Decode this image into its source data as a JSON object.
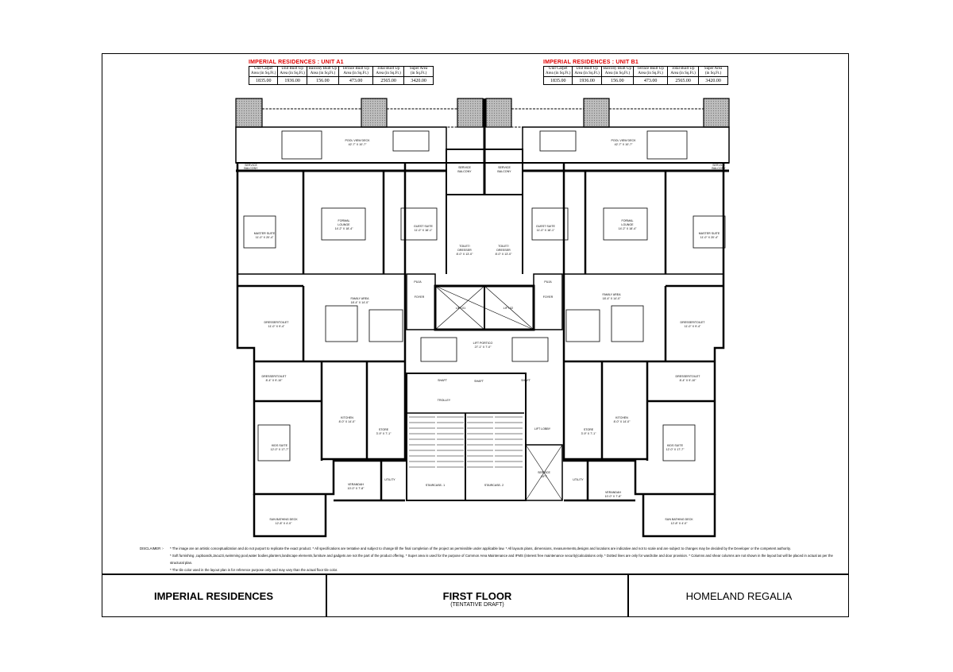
{
  "unit_tables": [
    {
      "title": "IMPERIAL RESIDENCES : UNIT A1",
      "headers": [
        [
          "Unit Carpet",
          "Area (in Sq.Ft.)"
        ],
        [
          "Unit Built Up",
          "Area (in Sq.Ft.)"
        ],
        [
          "Balcony Built Up",
          "Area (in Sq.Ft.)"
        ],
        [
          "Terrace Built Up",
          "Area (in Sq.Ft.)"
        ],
        [
          "Total Built Up",
          "Area (in Sq.Ft.)"
        ],
        [
          "Super Area",
          "(in Sq.Ft.)"
        ]
      ],
      "values": [
        "1835.00",
        "1936.00",
        "156.00",
        "473.00",
        "2565.00",
        "3420.00"
      ]
    },
    {
      "title": "IMPERIAL RESIDENCES : UNIT B1",
      "headers": [
        [
          "Unit Carpet",
          "Area (in Sq.Ft.)"
        ],
        [
          "Unit Built Up",
          "Area (in Sq.Ft.)"
        ],
        [
          "Balcony Built Up",
          "Area (in Sq.Ft.)"
        ],
        [
          "Terrace Built Up",
          "Area (in Sq.Ft.)"
        ],
        [
          "Total Built Up",
          "Area (in Sq.Ft.)"
        ],
        [
          "Super Area",
          "(in Sq.Ft.)"
        ]
      ],
      "values": [
        "1835.00",
        "1936.00",
        "156.00",
        "473.00",
        "2565.00",
        "3420.00"
      ]
    }
  ],
  "rooms": {
    "pool_deck": [
      "POOL VIEW DECK",
      "42'-7\" X 10'-7\""
    ],
    "service_balcony": [
      "SERVICE",
      "BALCONY"
    ],
    "master_suite": [
      "MASTER SUITE",
      "11'-0\" X 20'-4\""
    ],
    "formal_lounge": [
      "FORMAL",
      "LOUNGE",
      "14'-2\" X 18'-4\""
    ],
    "guest_suite": [
      "GUEST SUITE",
      "11'-0\" X 18'-1\""
    ],
    "toilet_dresser": [
      "TOILET/",
      "DRESSER",
      "8'-0\" X 13'-0\""
    ],
    "pooja": "PUJA",
    "foyer": "FOYER",
    "lift1": "LIFT-01",
    "lift2": "LIFT-02",
    "family_area": [
      "FAMILY AREA",
      "18'-4\" X 14'-0\""
    ],
    "dresser_toilet_1": [
      "DRESSER/TOILET",
      "11'-0\" X 9'-4\""
    ],
    "dresser_toilet_2": [
      "DRESSER/TOILET",
      "8'-4\" X 9'-10\""
    ],
    "lift_portico": [
      "LIFT PORTICO",
      "27'-1\" X 7'-0\""
    ],
    "shaft": "SHAFT",
    "trolley": "TROLLEY",
    "kitchen": [
      "KITCHEN",
      "8'-0\" X 14'-0\""
    ],
    "store": [
      "STORE",
      "3'-9\" X 7'-1\""
    ],
    "lift_lobby": "LIFT LOBBY",
    "kids_suite": [
      "KIDS SUITE",
      "12'-0\" X 17'-7\""
    ],
    "service_lift": [
      "SERVICE",
      "LIFT"
    ],
    "verandah": [
      "VERANDAH",
      "10'-0\" X 7'-8\""
    ],
    "utility": "UTILITY",
    "staircase1": "STAIRCASE- 1",
    "staircase2": "STAIRCASE- 2",
    "sun_deck": [
      "SUN BATHING DECK",
      "12'-8\" X 4'-0\""
    ]
  },
  "disclaimer": {
    "label": "DISCLAIMER :-",
    "lines": [
      "* The image are an artistic conceptualization and do not purport to replicate the exact product. * All specifications are tentative and subject to change till the final completion of the project as permissible under applicable law. * All layouts plans, dimensions, measurements,designs and locations are indicative and not to scale and are subject to changes may be decided by the Developer or the competent authority.",
      "* Soft furnishing ,cupboards,Jacuzzi,swimming pool,water bodies,planters,landscape elements,furniture and gadgets are not the part of the product offering. * Super area is used for the purpose of Common Area Maintenance and IFMS (interest free maintenance security)calculations only. * Dotted lines are only for wardrobe and door provision. * Columns and shear columns are not shown in the layout but will be placed in actual as per the structural plan.",
      "* The tile color used in the layout plan is for reference purpose only and may vary than the actual floor tile color."
    ]
  },
  "footer": {
    "project": "IMPERIAL RESIDENCES",
    "floor": "FIRST FLOOR",
    "status": "(TENTATIVE DRAFT)",
    "developer": "HOMELAND REGALIA"
  },
  "colors": {
    "title_red": "#e00000",
    "planter_gray": "#9a9a9a"
  }
}
